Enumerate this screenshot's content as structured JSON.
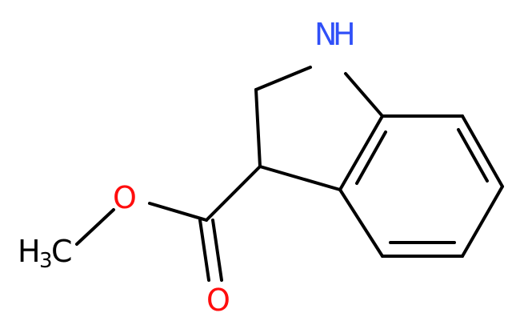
{
  "colors": {
    "carbon": "#000000",
    "nitrogen": "#3050F8",
    "oxygen": "#FF0D0D",
    "background": "#FFFFFF"
  },
  "atoms": {
    "nh": {
      "symbol": "N",
      "hydrogen": "H"
    },
    "ester_o": {
      "symbol": "O"
    },
    "carbonyl_o": {
      "symbol": "O"
    },
    "methyl": {
      "element": "H",
      "count": "3",
      "carbon": "C"
    }
  }
}
